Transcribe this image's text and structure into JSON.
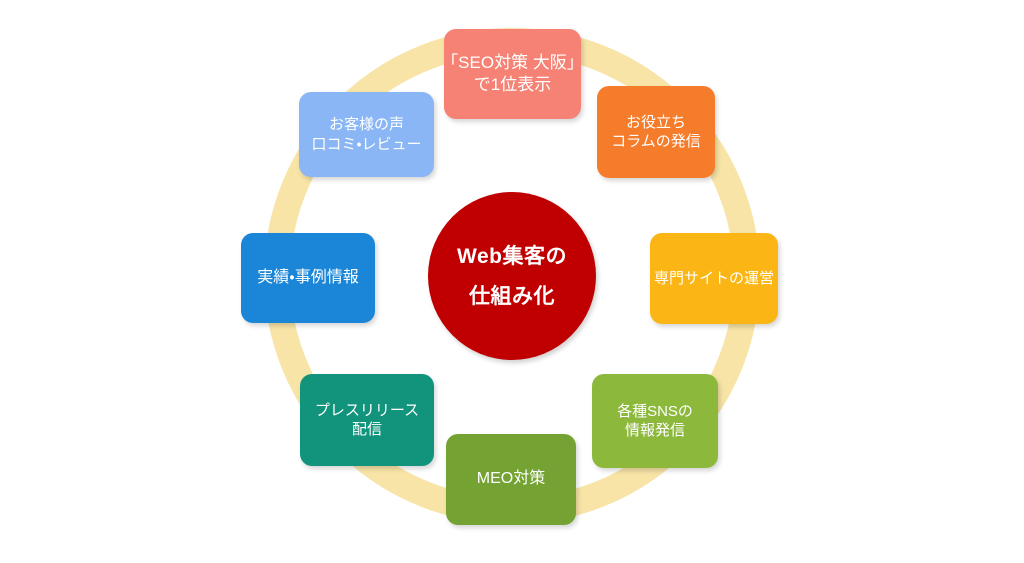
{
  "diagram": {
    "title": "Web集客の仕組み化",
    "ring_color": "#f7e4a6",
    "background_color": "#ffffff",
    "hub": {
      "name": "web-attraction-hub",
      "line1": "Web集客の",
      "line2": "仕組み化",
      "color": "#c00000",
      "text_color": "#ffffff"
    },
    "nodes": [
      {
        "id": "seo",
        "line1": "「SEO対策 大阪」",
        "line2": "で1位表示",
        "color": "#f58274",
        "text_color": "#ffffff",
        "position": "top"
      },
      {
        "id": "column",
        "line1": "お役立ち",
        "line2": "コラムの発信",
        "color": "#f57c2a",
        "text_color": "#ffffff",
        "position": "top-right"
      },
      {
        "id": "specialist-site",
        "line1": "専門サイトの運営",
        "line2": "",
        "color": "#fbb615",
        "text_color": "#ffffff",
        "position": "right"
      },
      {
        "id": "sns",
        "line1": "各種SNSの",
        "line2": "情報発信",
        "color": "#8cb githubplaceholder",
        "text_color": "#ffffff",
        "position": "bottom-right"
      },
      {
        "id": "meo",
        "line1": "MEO対策",
        "line2": "",
        "color": "#74a333",
        "text_color": "#ffffff",
        "position": "bottom"
      },
      {
        "id": "press-release",
        "line1": "プレスリリース",
        "line2": "配信",
        "color": "#12937c",
        "text_color": "#ffffff",
        "position": "bottom-left"
      },
      {
        "id": "case-studies",
        "line1": "実績・事例情報",
        "line2": "",
        "color": "#1b86d8",
        "text_color": "#ffffff",
        "position": "left"
      },
      {
        "id": "customer-voice",
        "line1": "お客様の声",
        "line2": "口コミ・レビュー",
        "color": "#8ab6f5",
        "text_color": "#ffffff",
        "position": "top-left"
      }
    ]
  }
}
